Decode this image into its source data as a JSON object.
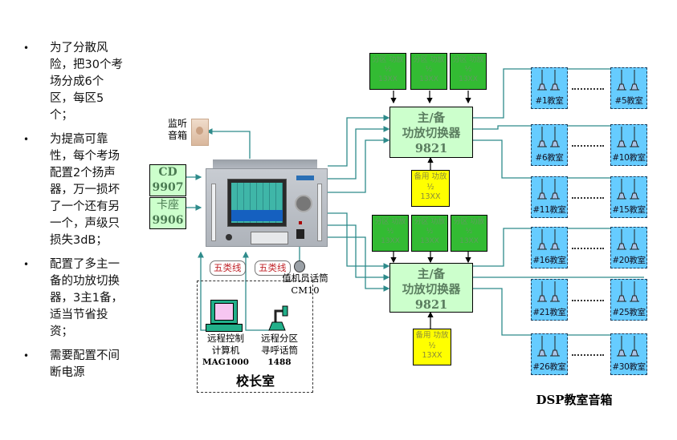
{
  "bullets": [
    {
      "lines": [
        "为了分散风",
        "险，把30个考",
        "场分成6个",
        "区，每区5",
        "个；"
      ]
    },
    {
      "lines": [
        "为提高可靠",
        "性，每个考场",
        "配置2个扬声",
        "器，万一损坏",
        "了一个还有另",
        "一个，声级只",
        "损失3dB；"
      ]
    },
    {
      "lines": [
        "配置了多主一",
        "备的功放切换",
        "器，3主1备，",
        "适当节省投",
        "资；"
      ]
    },
    {
      "lines": [
        "需要配置不间",
        "断电源"
      ]
    }
  ],
  "bullet_symbol": "•",
  "monitor_speaker": {
    "line1": "监听",
    "line2": "音箱"
  },
  "sources": [
    {
      "line1": "CD",
      "line2": "9907"
    },
    {
      "line1": "卡座",
      "line2": "9906"
    }
  ],
  "cables": [
    "五类线",
    "五类线"
  ],
  "duty_mic": {
    "line1": "值机员话筒",
    "line2": "CM10"
  },
  "remote_pc": {
    "line1": "远程控制",
    "line2": "计算机",
    "line3": "MAG1000"
  },
  "remote_mic": {
    "line1": "远程分区",
    "line2": "寻呼话筒",
    "line3": "1488"
  },
  "office_label": "校长室",
  "zone_amp": {
    "line1": "分区 功放",
    "line2": "½",
    "line3": "13XX"
  },
  "backup_amp": {
    "line1": "备用 功放",
    "line2": "½",
    "line3": "13XX"
  },
  "switcher": {
    "line1": "主/备",
    "line2": "功放切换器",
    "line3": "9821"
  },
  "rooms_left": [
    "#1教室",
    "#6教室",
    "#11教室",
    "#16教室",
    "#21教室",
    "#26教室"
  ],
  "rooms_right": [
    "#5教室",
    "#10教室",
    "#15教室",
    "#20教室",
    "#25教室",
    "#30教室"
  ],
  "dsp_label": "DSP教室音箱",
  "colors": {
    "wire": "#2e8b8b",
    "zone_amp": "#33bb33",
    "backup_amp": "#ffff00",
    "switcher": "#ccffcc",
    "room": "#66ccff",
    "cable_label": "#c0262b"
  }
}
